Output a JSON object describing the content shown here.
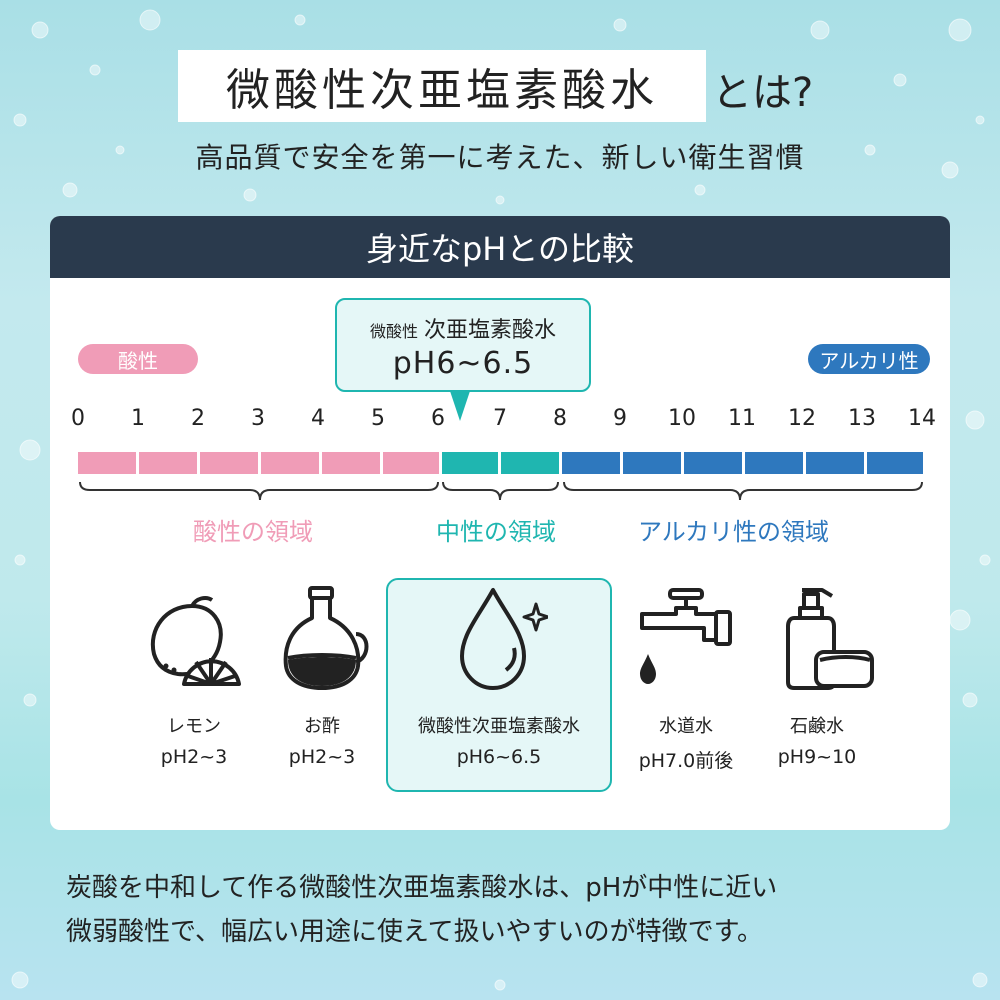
{
  "title": {
    "main": "微酸性次亜塩素酸水",
    "suffix": "とは?",
    "subtitle": "高品質で安全を第一に考えた、新しい衛生習慣"
  },
  "card": {
    "header": "身近なpHとの比較",
    "acid_pill": "酸性",
    "alkaline_pill": "アルカリ性",
    "callout": {
      "small": "微酸性",
      "name": "次亜塩素酸水",
      "ph": "pH6~6.5"
    },
    "scale_ticks": [
      "0",
      "1",
      "2",
      "3",
      "4",
      "5",
      "6",
      "7",
      "8",
      "9",
      "10",
      "11",
      "12",
      "13",
      "14"
    ],
    "regions": {
      "acid": "酸性の領域",
      "neutral": "中性の領域",
      "alkaline": "アルカリ性の領域"
    },
    "items": [
      {
        "name": "レモン",
        "ph": "pH2~3",
        "icon": "lemon-icon"
      },
      {
        "name": "お酢",
        "ph": "pH2~3",
        "icon": "vinegar-bottle-icon"
      },
      {
        "name": "微酸性次亜塩素酸水",
        "ph": "pH6~6.5",
        "icon": "water-drop-icon"
      },
      {
        "name": "水道水",
        "ph": "pH7.0前後",
        "icon": "faucet-icon"
      },
      {
        "name": "石鹸水",
        "ph": "pH9~10",
        "icon": "soap-bottle-icon"
      }
    ]
  },
  "footer": {
    "line1": "炭酸を中和して作る微酸性次亜塩素酸水は、pHが中性に近い",
    "line2": "微弱酸性で、幅広い用途に使えて扱いやすいのが特徴です。"
  },
  "colors": {
    "acid": "#f09cb7",
    "neutral": "#1fb6b0",
    "alkaline": "#2e78be",
    "header": "#2a3a4d"
  }
}
